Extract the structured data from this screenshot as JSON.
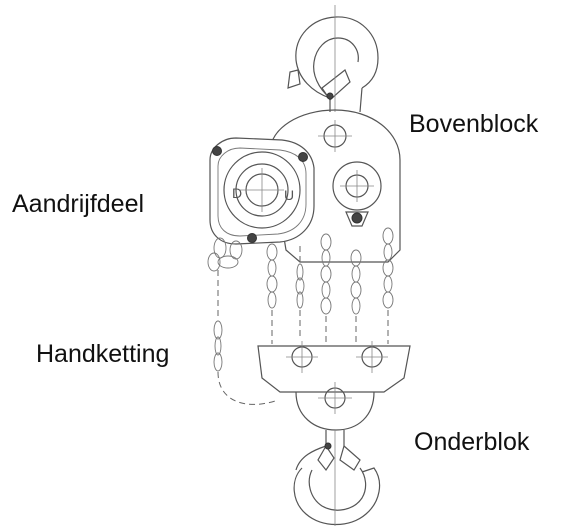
{
  "labels": {
    "top_block": "Bovenblock",
    "drive_unit": "Aandrijfdeel",
    "hand_chain": "Handketting",
    "bottom_block": "Onderblok"
  }
}
